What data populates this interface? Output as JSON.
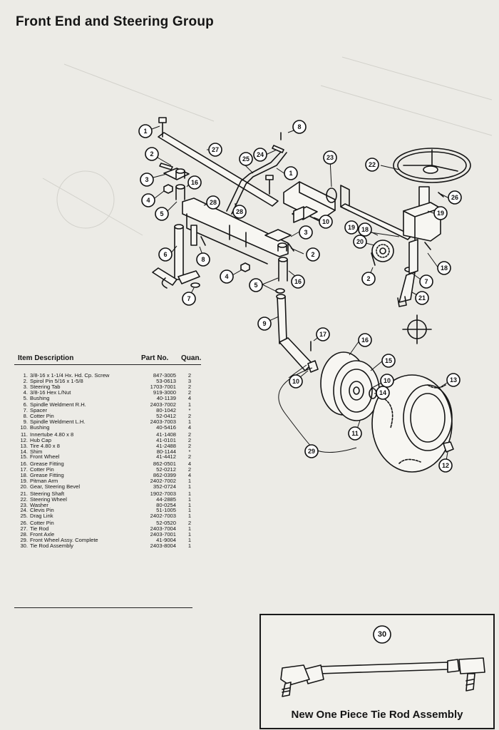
{
  "title": "Front End and Steering Group",
  "table": {
    "headers": {
      "description": "Item Description",
      "part_no": "Part No.",
      "quantity": "Quan."
    },
    "rows": [
      {
        "n": "1.",
        "d": "3/8-16 x 1-1/4 Hx. Hd. Cp. Screw",
        "p": "847-3005",
        "q": "2"
      },
      {
        "n": "2.",
        "d": "Spirol Pin 5/16 x 1-5/8",
        "p": "53-0613",
        "q": "3"
      },
      {
        "n": "3.",
        "d": "Steering Tab",
        "p": "1703-7001",
        "q": "2"
      },
      {
        "n": "4.",
        "d": "3/8-16 Hex L/Nut",
        "p": "919-3000",
        "q": "2"
      },
      {
        "n": "5.",
        "d": "Bushing",
        "p": "40-1139",
        "q": "4"
      },
      {
        "n": "6.",
        "d": "Spindle Weldment R.H.",
        "p": "2403-7002",
        "q": "1"
      },
      {
        "n": "7.",
        "d": "Spacer",
        "p": "80-1042",
        "q": "*"
      },
      {
        "n": "8.",
        "d": "Cotter Pin",
        "p": "52-0412",
        "q": "2"
      },
      {
        "n": "9.",
        "d": "Spindle Weldment L.H.",
        "p": "2403-7003",
        "q": "1"
      },
      {
        "n": "10.",
        "d": "Bushing",
        "p": "40-5416",
        "q": "4"
      },
      {
        "n": "11.",
        "d": "Innertube 4.80 x 8",
        "p": "41-1408",
        "q": "2"
      },
      {
        "n": "12.",
        "d": "Hub Cap",
        "p": "41-0101",
        "q": "2"
      },
      {
        "n": "13.",
        "d": "Tire 4.80 x 8",
        "p": "41-2488",
        "q": "2"
      },
      {
        "n": "14.",
        "d": "Shim",
        "p": "80-1144",
        "q": "*"
      },
      {
        "n": "15.",
        "d": "Front Wheel",
        "p": "41-4412",
        "q": "2"
      },
      {
        "n": "16.",
        "d": "Grease Fitting",
        "p": "862-0501",
        "q": "4"
      },
      {
        "n": "17.",
        "d": "Cotter Pin",
        "p": "52-0212",
        "q": "2"
      },
      {
        "n": "18.",
        "d": "Grease Fitting",
        "p": "862-0399",
        "q": "4"
      },
      {
        "n": "19.",
        "d": "Pitman Arm",
        "p": "2402-7002",
        "q": "1"
      },
      {
        "n": "20.",
        "d": "Gear, Steering Bevel",
        "p": "352-0724",
        "q": "1"
      },
      {
        "n": "21.",
        "d": "Steering Shaft",
        "p": "1902-7003",
        "q": "1"
      },
      {
        "n": "22.",
        "d": "Steering Wheel",
        "p": "44-2885",
        "q": "1"
      },
      {
        "n": "23.",
        "d": "Washer",
        "p": "80-0254",
        "q": "1"
      },
      {
        "n": "24.",
        "d": "Clevis Pin",
        "p": "51-1005",
        "q": "1"
      },
      {
        "n": "25.",
        "d": "Drag Link",
        "p": "2402-7003",
        "q": "1"
      },
      {
        "n": "26.",
        "d": "Cotter Pin",
        "p": "52-0520",
        "q": "2"
      },
      {
        "n": "27.",
        "d": "Tie Rod",
        "p": "2403-7004",
        "q": "1"
      },
      {
        "n": "28.",
        "d": "Front Axle",
        "p": "2403-7001",
        "q": "1"
      },
      {
        "n": "29.",
        "d": "Front Wheel Assy. Complete",
        "p": "41-9004",
        "q": "1"
      },
      {
        "n": "30.",
        "d": "Tie Rod Assembly",
        "p": "2403-8004",
        "q": "1"
      }
    ]
  },
  "callouts": [
    "1",
    "2",
    "3",
    "4",
    "5",
    "6",
    "7",
    "8",
    "9",
    "10",
    "11",
    "12",
    "13",
    "14",
    "15",
    "16",
    "17",
    "18",
    "19",
    "20",
    "21",
    "22",
    "23",
    "24",
    "25",
    "26",
    "27",
    "28",
    "29",
    "30"
  ],
  "inset": {
    "number": "30",
    "caption": "New One Piece Tie Rod Assembly"
  },
  "colors": {
    "paper": "#ecebe6",
    "ink": "#151515"
  }
}
